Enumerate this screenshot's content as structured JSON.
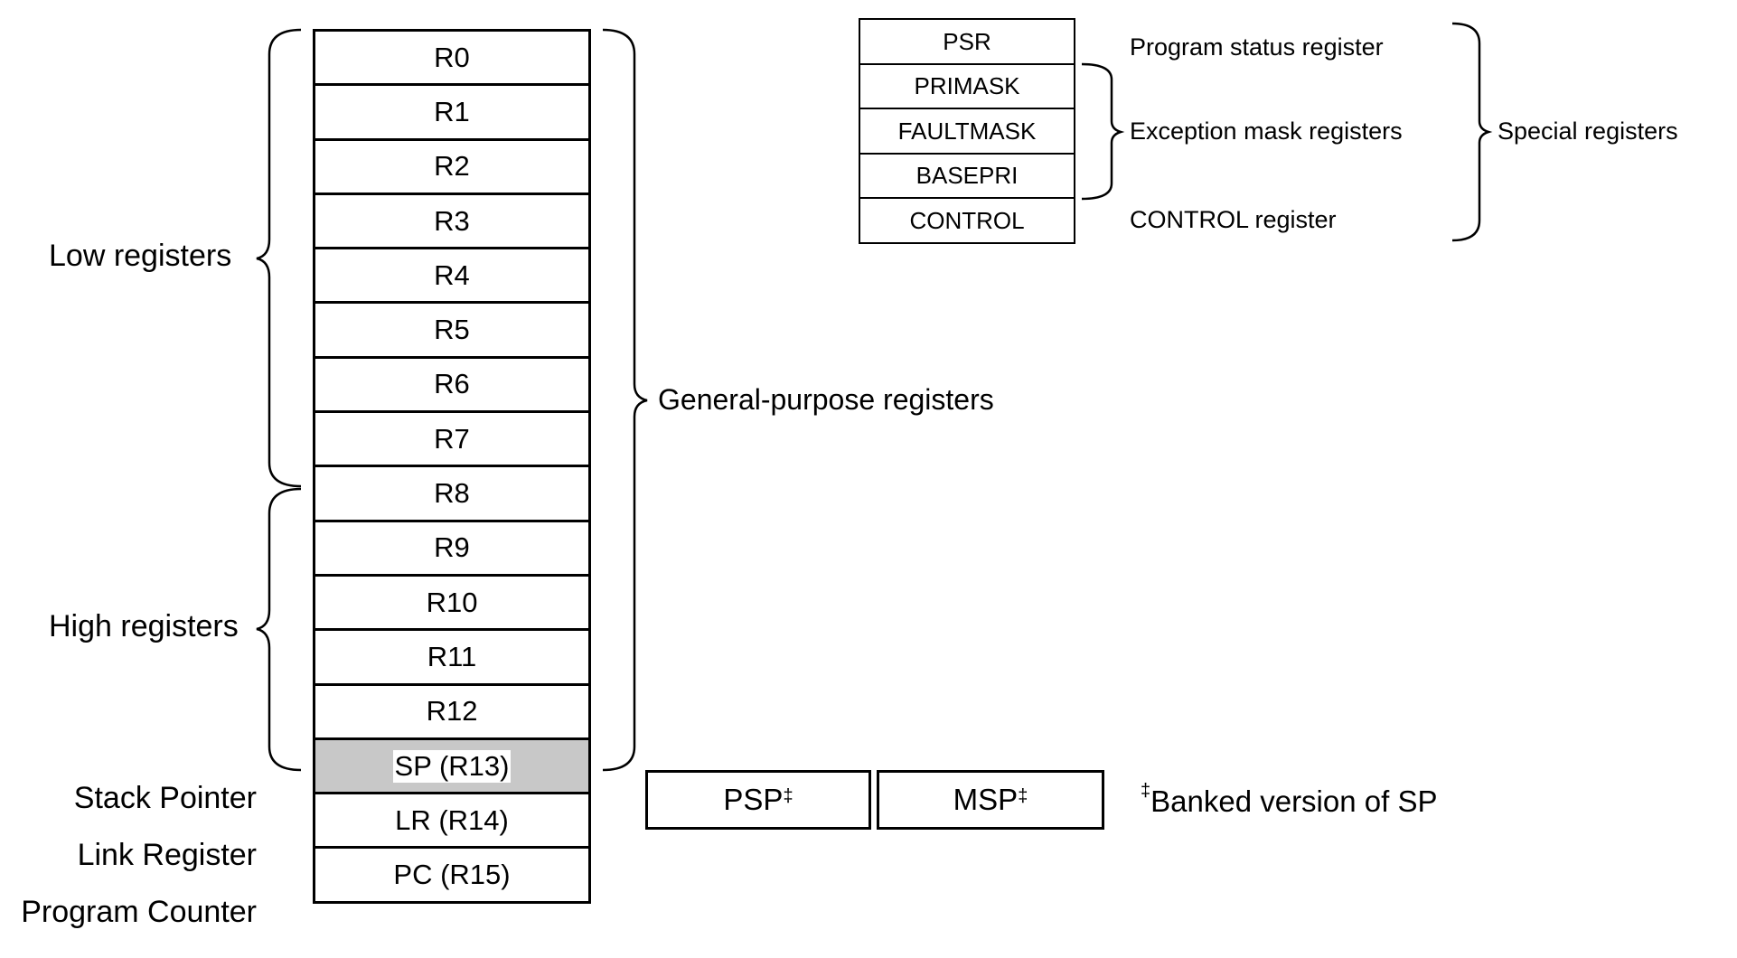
{
  "general_registers": [
    "R0",
    "R1",
    "R2",
    "R3",
    "R4",
    "R5",
    "R6",
    "R7",
    "R8",
    "R9",
    "R10",
    "R11",
    "R12"
  ],
  "sp": "SP (R13)",
  "lr": "LR (R14)",
  "pc": "PC (R15)",
  "labels": {
    "low": "Low registers",
    "high": "High registers",
    "general": "General-purpose registers",
    "stack_pointer": "Stack Pointer",
    "link_register": "Link Register",
    "program_counter": "Program Counter"
  },
  "special_registers": [
    "PSR",
    "PRIMASK",
    "FAULTMASK",
    "BASEPRI",
    "CONTROL"
  ],
  "special_labels": {
    "psr": "Program status register",
    "exception": "Exception mask registers",
    "control": "CONTROL register",
    "special": "Special registers"
  },
  "banked": {
    "psp": "PSP",
    "msp": "MSP",
    "mark": "‡",
    "note": "Banked version of SP"
  },
  "colors": {
    "sp_fill": "#c8c8c8"
  }
}
